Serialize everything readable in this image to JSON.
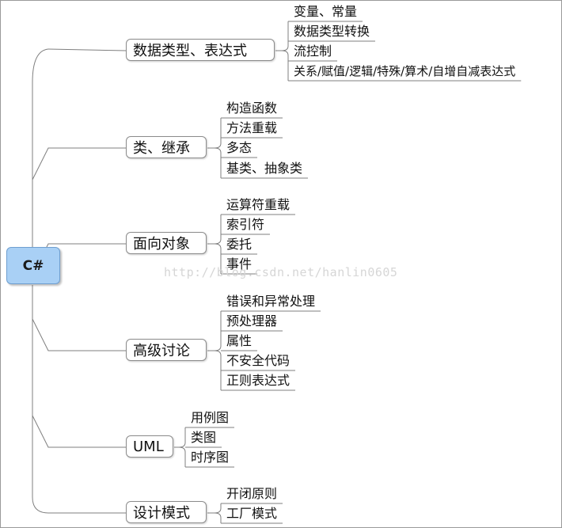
{
  "root": {
    "label": "C#"
  },
  "branches": [
    {
      "label": "数据类型、表达式",
      "children": [
        "变量、常量",
        "数据类型转换",
        "流控制",
        "关系/赋值/逻辑/特殊/算术/自增自减表达式"
      ]
    },
    {
      "label": "类、继承",
      "children": [
        "构造函数",
        "方法重载",
        "多态",
        "基类、抽象类"
      ]
    },
    {
      "label": "面向对象",
      "children": [
        "运算符重载",
        "索引符",
        "委托",
        "事件"
      ]
    },
    {
      "label": "高级讨论",
      "children": [
        "错误和异常处理",
        "预处理器",
        "属性",
        "不安全代码",
        "正则表达式"
      ]
    },
    {
      "label": "UML",
      "children": [
        "用例图",
        "类图",
        "时序图"
      ]
    },
    {
      "label": "设计模式",
      "children": [
        "开闭原则",
        "工厂模式"
      ]
    }
  ],
  "watermark": "http://blog.csdn.net/hanlin0605",
  "colors": {
    "root_fill": "#a9d0f5",
    "line": "#7f7f7f"
  }
}
